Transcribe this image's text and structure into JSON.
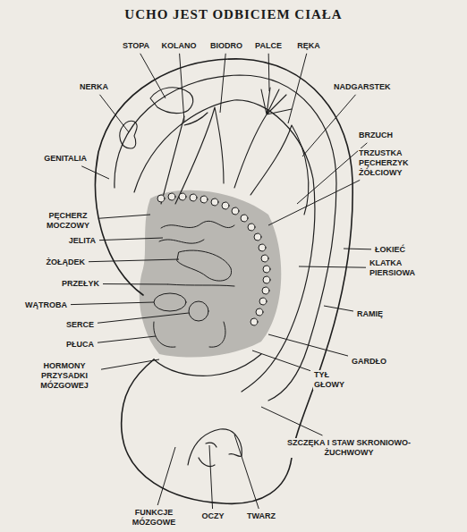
{
  "diagram": {
    "title": "UCHO JEST ODBICIEM CIAŁA",
    "labels": [
      "STOPA",
      "KOLANO",
      "BIODRO",
      "PALCE",
      "RĘKA",
      "NERKA",
      "NADGARSTEK",
      "GENITALIA",
      "BRZUCH",
      "TRZUSTKA PĘCHERZYK ŻÓŁCIOWY",
      "PĘCHERZ MOCZOWY",
      "ŁOKIEĆ",
      "JELITA",
      "ŻOŁĄDEK",
      "KLATKA PIERSIOWA",
      "PRZEŁYK",
      "RAMIĘ",
      "WĄTROBA",
      "SERCE",
      "PŁUCA",
      "GARDŁO",
      "HORMONY PRZYSADKI MÓZGOWEJ",
      "TYŁ GŁOWY",
      "SZCZĘKA I STAW SKRONIOWO-ŻUCHWOWY",
      "FUNKCJE MÓZGOWE",
      "OCZY",
      "TWARZ"
    ]
  }
}
